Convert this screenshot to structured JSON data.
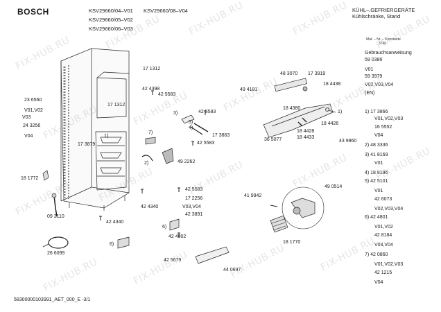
{
  "brand": "BOSCH",
  "models": [
    "KSV29660/04–V01",
    "KSV29660/08–V04",
    "KSV29660/05–V02",
    "KSV29660/06–V03"
  ],
  "category": [
    "KÜHL–,GEFRIERGERÄTE",
    "Kühlschränke, Stand"
  ],
  "material_note": [
    "Mat. – Nr. – Konstante",
    "3740"
  ],
  "side_list": [
    "Gebrauchsanweisung",
    "59 0386",
    "V01",
    "59 3979",
    "V02,V03,V04",
    "(EN)",
    "1) 17 3866",
    "V01,V02,V03",
    "16 5552",
    "V04",
    "2) 48 3336",
    "3) 41 8169",
    "V01",
    "4) 18 8196",
    "5) 42 5101",
    "V01",
    "42 6073",
    "V02,V03,V04",
    "6) 42 4801",
    "V01,V02",
    "42 8184",
    "V03,V04",
    "7) 42 0860",
    "V01,V02,V03",
    "42 1215",
    "V04"
  ],
  "labels": [
    "17 1312",
    "42 4398",
    "42 5583",
    "17 1312",
    "3)",
    "42 5583",
    "5)",
    "4)",
    "17 3863",
    "42 5583",
    "7)",
    "23 6560",
    "V01,V02",
    "V03",
    "24 3256",
    "V04",
    "17 3879",
    "1)",
    "2)",
    "49 2262",
    "18 1772",
    "42 5583",
    "17 2256",
    "V03,V04",
    "42 4340",
    "42 3891",
    "09 3110",
    "42 4340",
    "6)",
    "42 4802",
    "6)",
    "26 6099",
    "42 5679",
    "44 0697",
    "48 3070",
    "17 3919",
    "49 4181",
    "18 4438",
    "18 4380",
    "1)",
    "18 4426",
    "18 4428",
    "18 4433",
    "36 5077",
    "43 9960",
    "49 0514",
    "41 9942",
    "18 1770"
  ],
  "footer": "58300000103991_AET_000_E  -3/1",
  "watermark": "FIX-HUB.RU"
}
